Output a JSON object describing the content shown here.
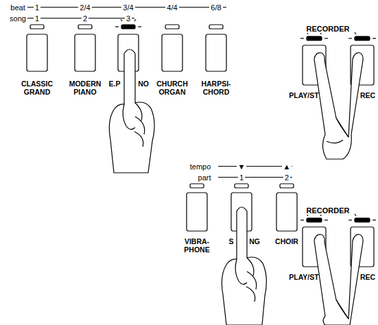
{
  "diagram": {
    "labels": [
      "beat",
      "1",
      "2/4",
      "3/4",
      "4/4",
      "6/8",
      "song",
      "1",
      "2",
      "3",
      "CLASSIC GRAND",
      "MODERN PIANO",
      "E.P",
      "NO",
      "CHURCH ORGAN",
      "HARPSI- CHORD",
      "RECORDER",
      "PLAY/ST",
      "REC",
      "tempo",
      "▼",
      "▲",
      "part",
      "1",
      "2",
      "VIBRA- PHONE",
      "S",
      "NG",
      "CHOIR",
      "RECORDER",
      "PLAY/ST",
      "REC"
    ]
  }
}
